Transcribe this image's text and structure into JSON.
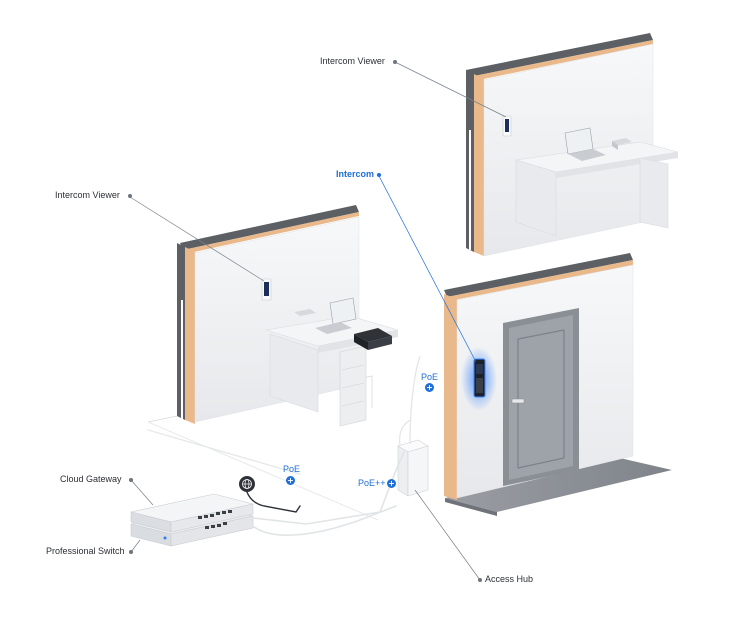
{
  "labels": {
    "intercom_viewer_top": "Intercom Viewer",
    "intercom_viewer_left": "Intercom Viewer",
    "intercom": "Intercom",
    "cloud_gateway": "Cloud Gateway",
    "professional_switch": "Professional Switch",
    "access_hub": "Access Hub",
    "poe_gateway": "PoE",
    "poe_intercom": "PoE",
    "poe_plus_plus": "PoE++"
  },
  "icons": {
    "plus": "+",
    "globe": "globe-icon"
  },
  "colors": {
    "accent": "#1f6fd6",
    "wall": "#eef0f2",
    "wall_edge": "#d6d9dd",
    "insulation": "#e9b98b",
    "brick": "#5c5f63",
    "desk": "#e4e6e9",
    "floor_line": "#cfd3d8",
    "door": "#7a7f86",
    "glow": "#2d7cff"
  }
}
